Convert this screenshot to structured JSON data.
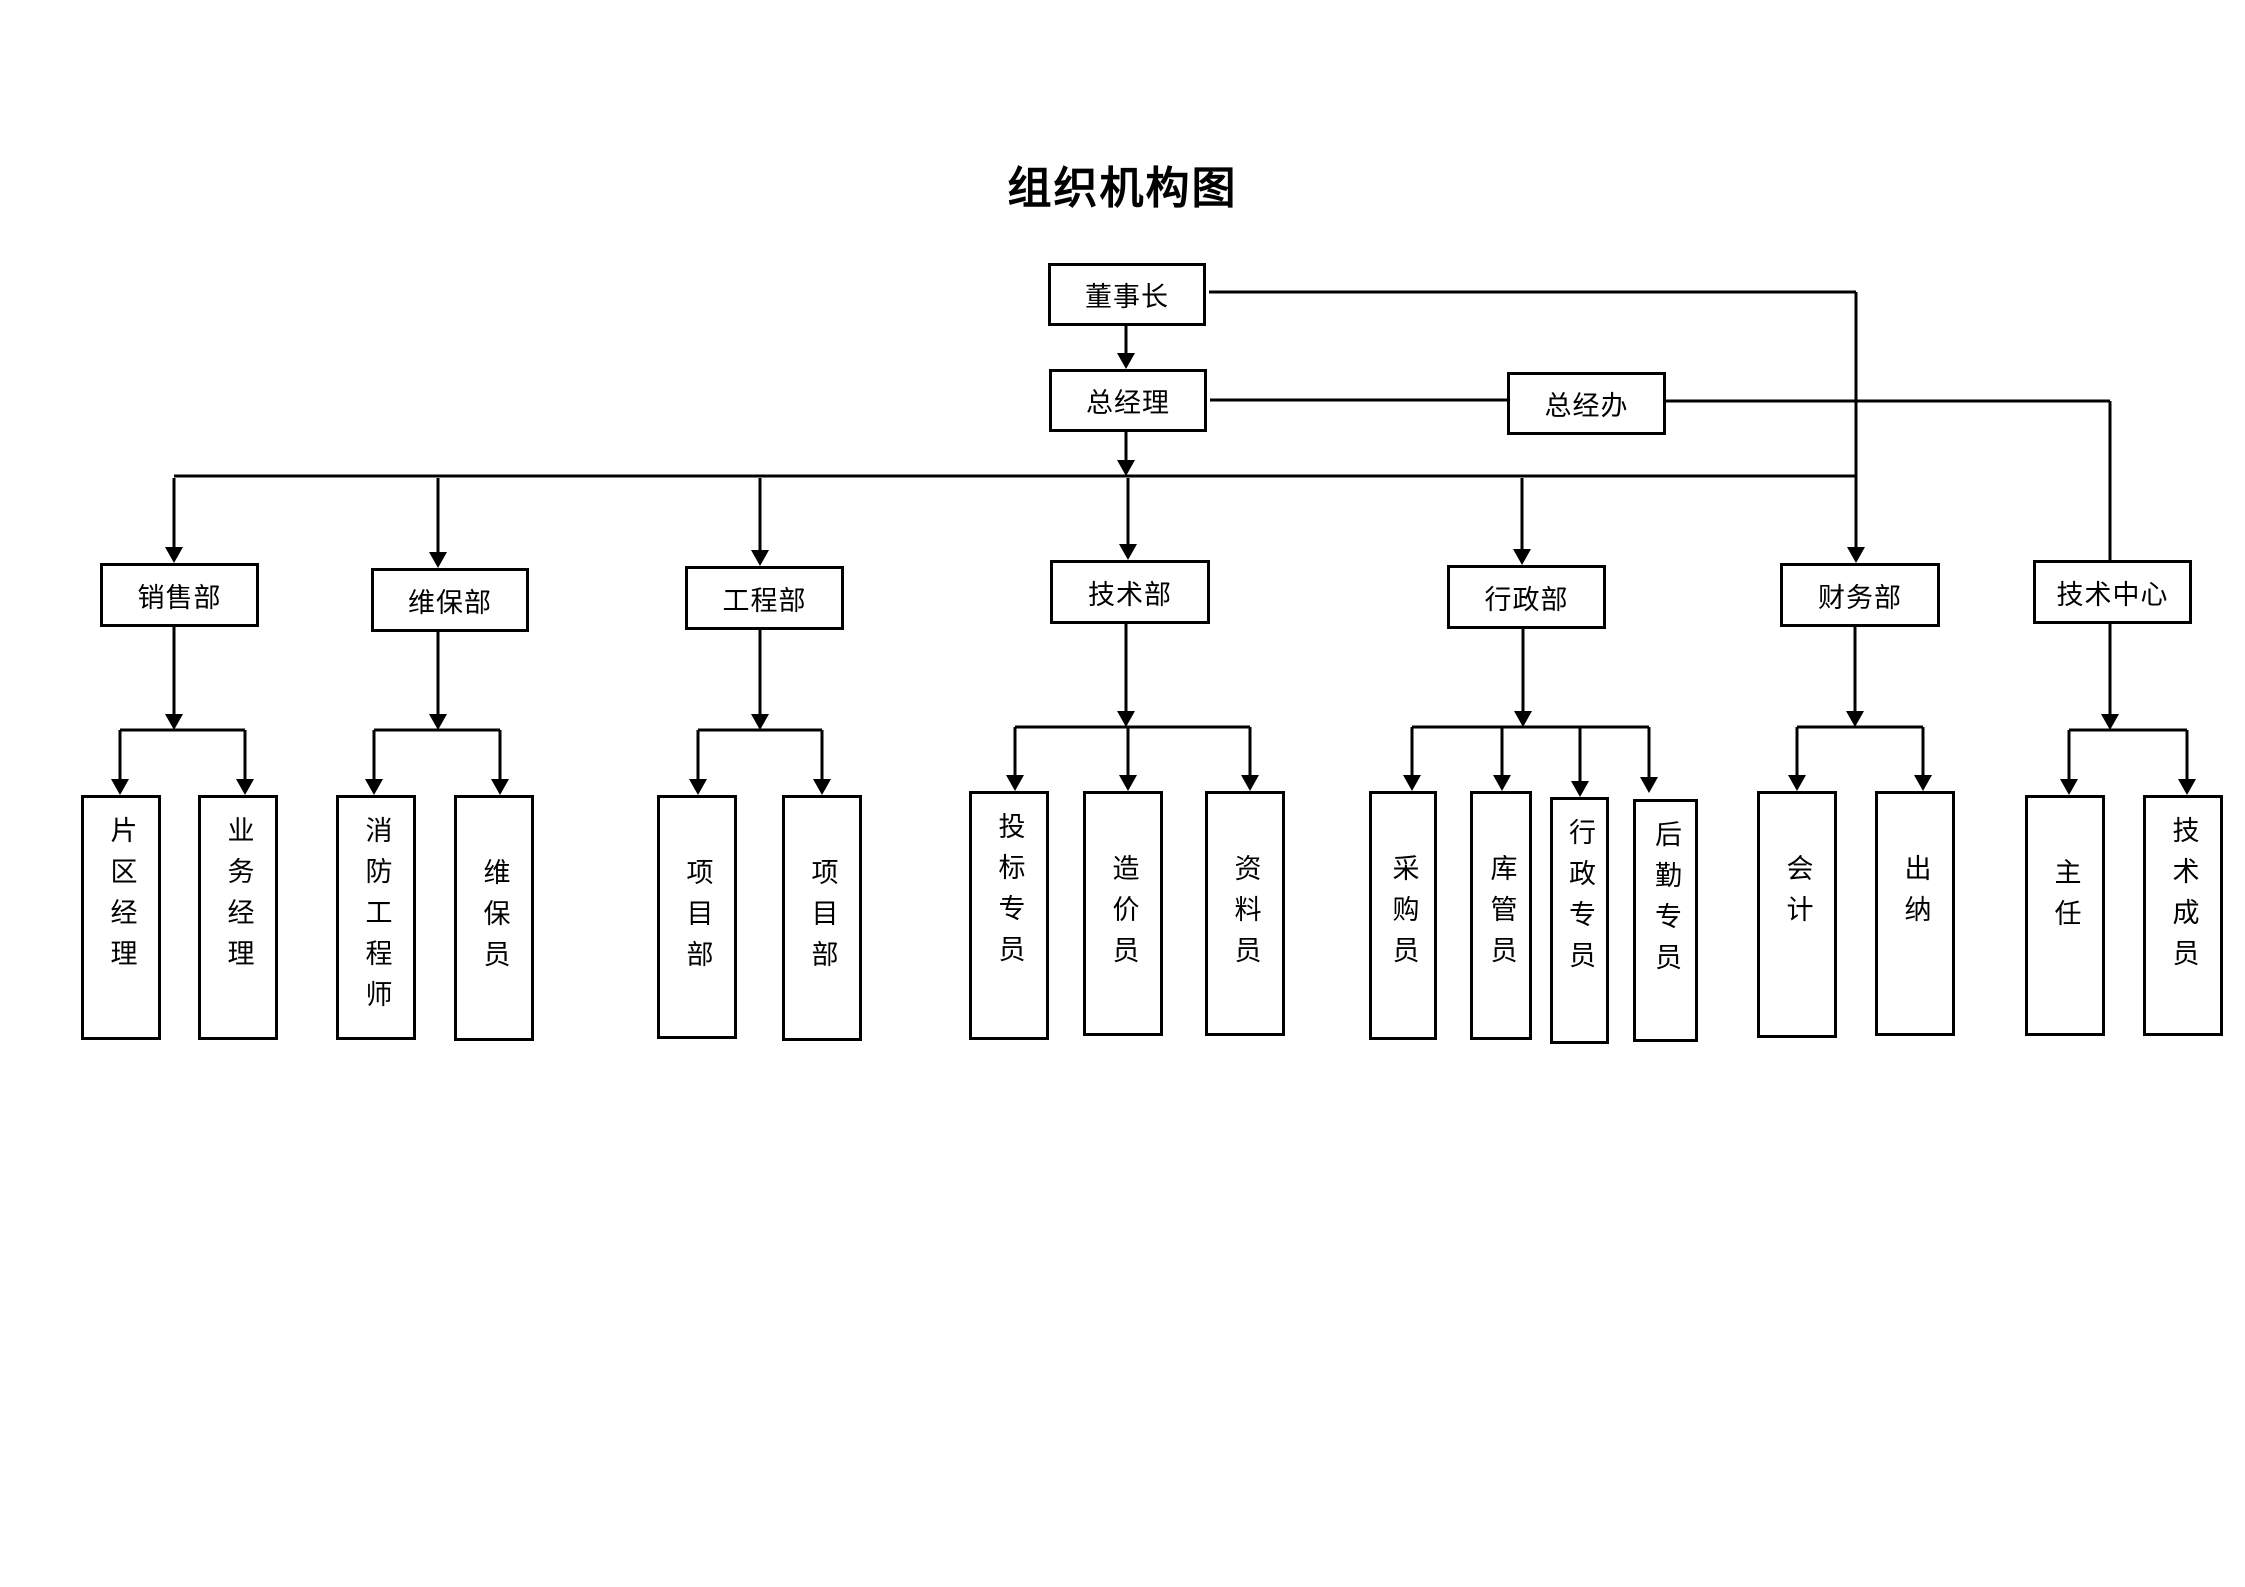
{
  "title": "组织机构图",
  "top": {
    "chairman": "董事长",
    "general_manager": "总经理",
    "gm_office": "总经办"
  },
  "departments": [
    {
      "name": "销售部",
      "roles": [
        "片区经理",
        "业务经理"
      ]
    },
    {
      "name": "维保部",
      "roles": [
        "消防工程师",
        "维保员"
      ]
    },
    {
      "name": "工程部",
      "roles": [
        "项目部",
        "项目部"
      ]
    },
    {
      "name": "技术部",
      "roles": [
        "投标专员",
        "造价员",
        "资料员"
      ]
    },
    {
      "name": "行政部",
      "roles": [
        "采购员",
        "库管员",
        "行政专员",
        "后勤专员"
      ]
    },
    {
      "name": "财务部",
      "roles": [
        "会计",
        "出纳"
      ]
    },
    {
      "name": "技术中心",
      "roles": [
        "主任",
        "技术成员"
      ]
    }
  ],
  "colors": {
    "line": "#000000",
    "box_border": "#000000",
    "background": "#ffffff"
  }
}
